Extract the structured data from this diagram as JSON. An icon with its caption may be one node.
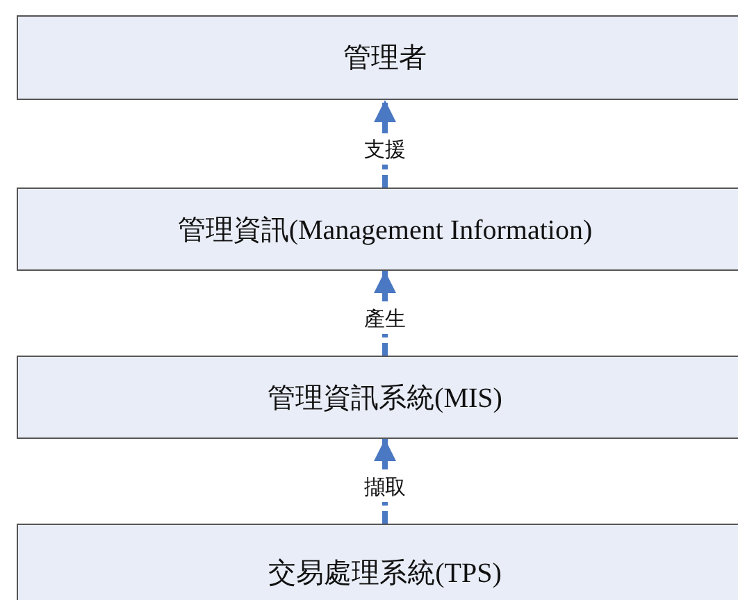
{
  "diagram": {
    "nodes": [
      {
        "text": [
          "管理者"
        ]
      },
      {
        "text": [
          "管理資訊(Management Information)"
        ]
      },
      {
        "text": [
          "管理資訊系統(MIS)"
        ]
      },
      {
        "text": [
          "交易處理系統(TPS)"
        ]
      }
    ],
    "edges": [
      {
        "from": 1,
        "to": 0,
        "arrow": "to",
        "label": "支援",
        "style": "dashed"
      },
      {
        "from": 2,
        "to": 1,
        "arrow": "to",
        "label": "產生",
        "style": "dashed"
      },
      {
        "from": 3,
        "to": 2,
        "arrow": "to",
        "label": "擷取",
        "style": "dashed"
      }
    ]
  }
}
